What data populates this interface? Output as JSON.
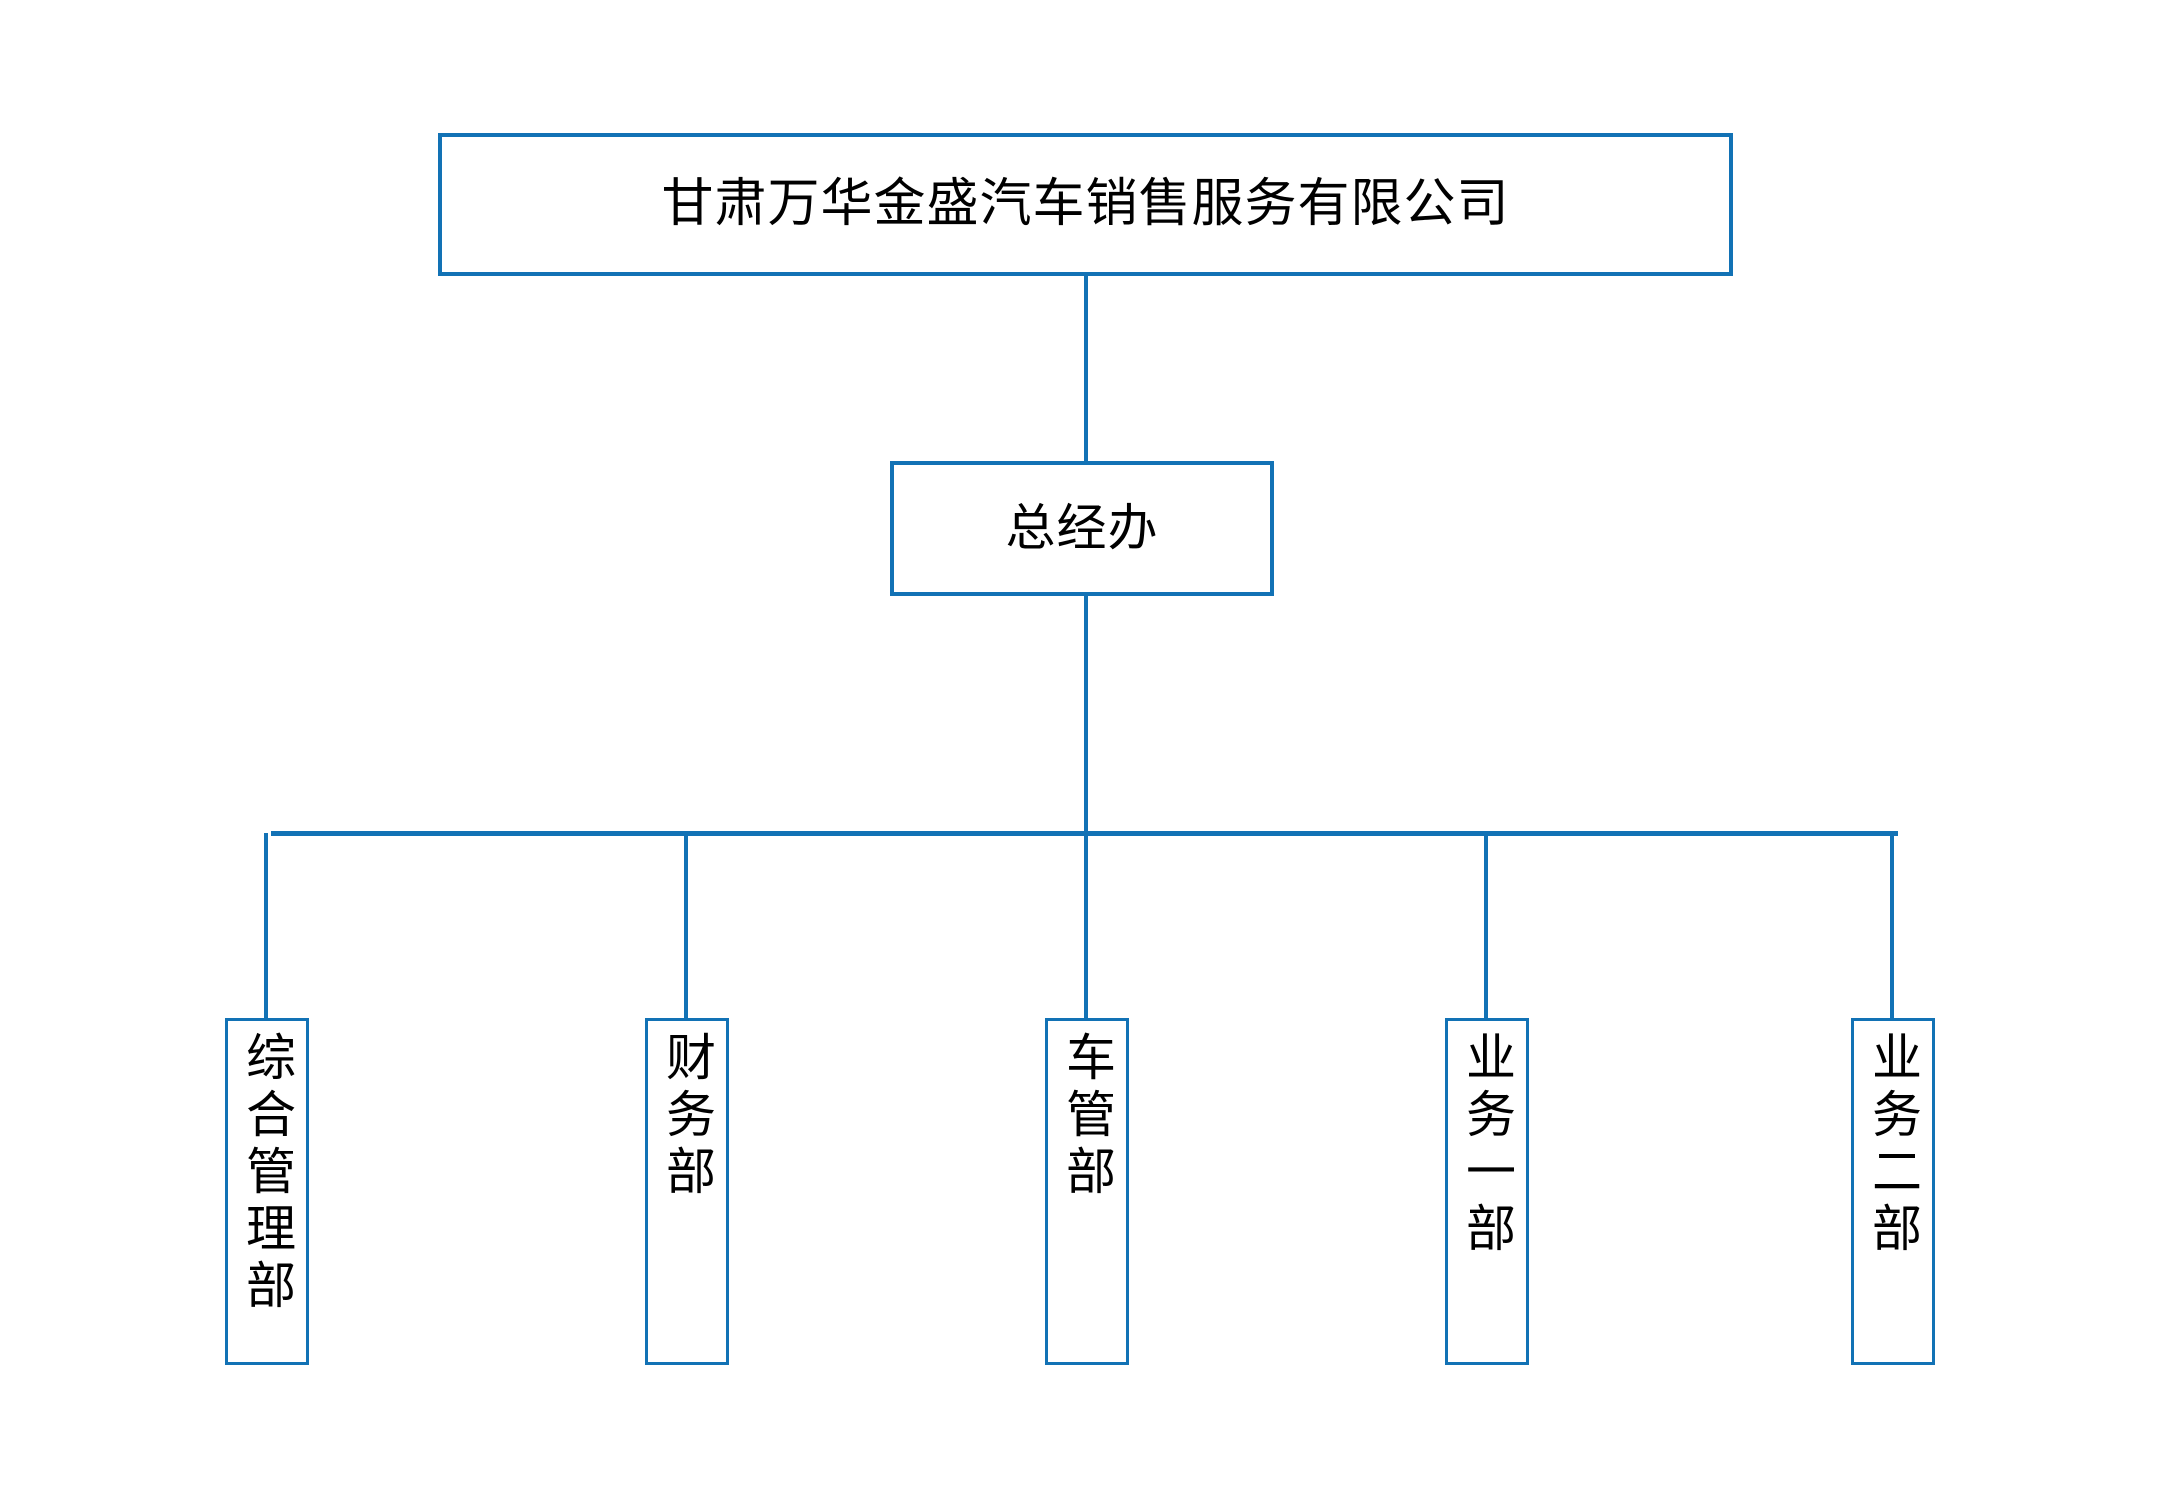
{
  "chart_data": {
    "type": "diagram",
    "diagram_kind": "organizational-chart",
    "title": "甘肃万华金盛汽车销售服务有限公司",
    "orientation": "top-down",
    "accent_color": "#1272b5",
    "background_color": "#ffffff",
    "text_color": "#000000",
    "levels": 3,
    "nodes": [
      {
        "id": "root",
        "label": "甘肃万华金盛汽车销售服务有限公司",
        "level": 0,
        "parent": null,
        "text_direction": "horizontal"
      },
      {
        "id": "gm",
        "label": "总经办",
        "level": 1,
        "parent": "root",
        "text_direction": "horizontal"
      },
      {
        "id": "dept1",
        "label": "综合管理部",
        "level": 2,
        "parent": "gm",
        "text_direction": "vertical"
      },
      {
        "id": "dept2",
        "label": "财务部",
        "level": 2,
        "parent": "gm",
        "text_direction": "vertical"
      },
      {
        "id": "dept3",
        "label": "车管部",
        "level": 2,
        "parent": "gm",
        "text_direction": "vertical"
      },
      {
        "id": "dept4",
        "label": "业务一部",
        "level": 2,
        "parent": "gm",
        "text_direction": "vertical"
      },
      {
        "id": "dept5",
        "label": "业务二部",
        "level": 2,
        "parent": "gm",
        "text_direction": "vertical"
      }
    ],
    "edges": [
      {
        "from": "root",
        "to": "gm"
      },
      {
        "from": "gm",
        "to": "dept1"
      },
      {
        "from": "gm",
        "to": "dept2"
      },
      {
        "from": "gm",
        "to": "dept3"
      },
      {
        "from": "gm",
        "to": "dept4"
      },
      {
        "from": "gm",
        "to": "dept5"
      }
    ]
  },
  "chart": {
    "root": {
      "label": "甘肃万华金盛汽车销售服务有限公司"
    },
    "manager": {
      "label": "总经办"
    },
    "departments": [
      {
        "label": "综合管理部"
      },
      {
        "label": "财务部"
      },
      {
        "label": "车管部"
      },
      {
        "label": "业务一部"
      },
      {
        "label": "业务二部"
      }
    ]
  }
}
